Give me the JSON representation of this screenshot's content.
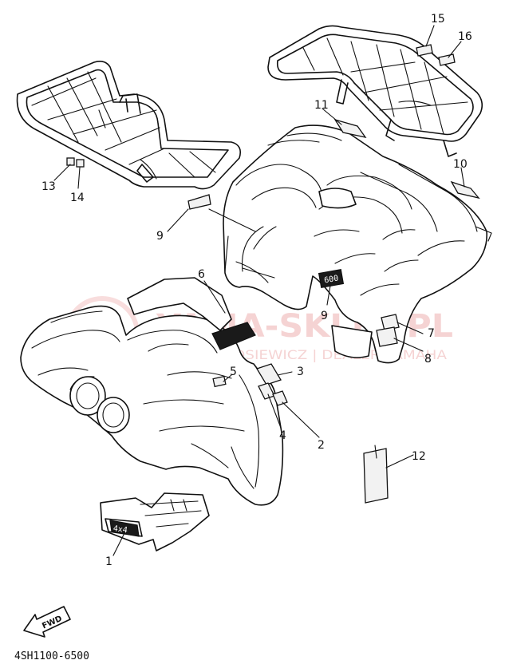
{
  "diagram": {
    "part_code": "4SH1100-6500",
    "fwd_label": "FWD",
    "callouts": [
      {
        "id": "c1",
        "label": "1"
      },
      {
        "id": "c2",
        "label": "2"
      },
      {
        "id": "c3",
        "label": "3"
      },
      {
        "id": "c4",
        "label": "4"
      },
      {
        "id": "c5",
        "label": "5"
      },
      {
        "id": "c6",
        "label": "6"
      },
      {
        "id": "c7",
        "label": "7"
      },
      {
        "id": "c8",
        "label": "8"
      },
      {
        "id": "c9a",
        "label": "9"
      },
      {
        "id": "c9b",
        "label": "9"
      },
      {
        "id": "c10",
        "label": "10"
      },
      {
        "id": "c11",
        "label": "11"
      },
      {
        "id": "c12",
        "label": "12"
      },
      {
        "id": "c13",
        "label": "13"
      },
      {
        "id": "c14",
        "label": "14"
      },
      {
        "id": "c15",
        "label": "15"
      },
      {
        "id": "c16",
        "label": "16"
      }
    ],
    "decal_texts": {
      "rear_badge": "600",
      "front_badge": "4x4"
    }
  },
  "watermark": {
    "title": "YAMA-SKLEP.PL",
    "subtitle": "WITOLD ROSIEWICZ | DEALER YAMAHA"
  },
  "colors": {
    "line": "#111111",
    "watermark": "#dd6666",
    "background": "#ffffff"
  }
}
